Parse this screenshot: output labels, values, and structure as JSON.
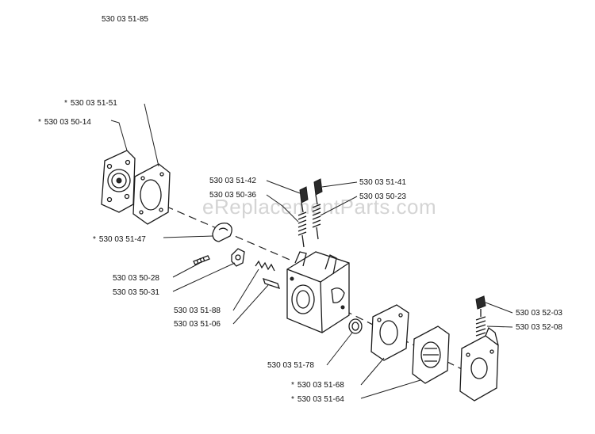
{
  "assembly_number": "530 03 51-85",
  "watermark": "eReplacementParts.com",
  "parts": [
    {
      "id": "p1",
      "marker": "*",
      "number": "530 03 51-51"
    },
    {
      "id": "p2",
      "marker": "*",
      "number": "530 03 50-14"
    },
    {
      "id": "p3",
      "marker": "",
      "number": "530 03 51-42"
    },
    {
      "id": "p4",
      "marker": "",
      "number": "530 03 50-36"
    },
    {
      "id": "p5",
      "marker": "",
      "number": "530 03 51-41"
    },
    {
      "id": "p6",
      "marker": "",
      "number": "530 03 50-23"
    },
    {
      "id": "p7",
      "marker": "*",
      "number": "530 03 51-47"
    },
    {
      "id": "p8",
      "marker": "",
      "number": "530 03 50-28"
    },
    {
      "id": "p9",
      "marker": "",
      "number": "530 03 50-31"
    },
    {
      "id": "p10",
      "marker": "",
      "number": "530 03 51-88"
    },
    {
      "id": "p11",
      "marker": "",
      "number": "530 03 51-06"
    },
    {
      "id": "p12",
      "marker": "",
      "number": "530 03 51-78"
    },
    {
      "id": "p13",
      "marker": "*",
      "number": "530 03 51-68"
    },
    {
      "id": "p14",
      "marker": "*",
      "number": "530 03 51-64"
    },
    {
      "id": "p15",
      "marker": "",
      "number": "530 03 52-03"
    },
    {
      "id": "p16",
      "marker": "",
      "number": "530 03 52-08"
    }
  ]
}
